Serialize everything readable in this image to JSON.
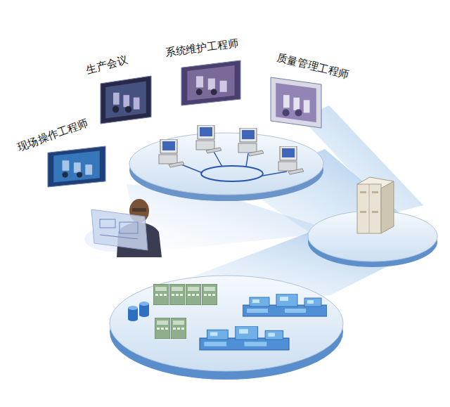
{
  "diagram": {
    "nodes": [
      {
        "text": [
          "现场操作工程师"
        ]
      },
      {
        "text": [
          "生产会议"
        ]
      },
      {
        "text": [
          "系统维护工程师"
        ]
      },
      {
        "text": [
          "质量管理工程师"
        ]
      }
    ]
  }
}
